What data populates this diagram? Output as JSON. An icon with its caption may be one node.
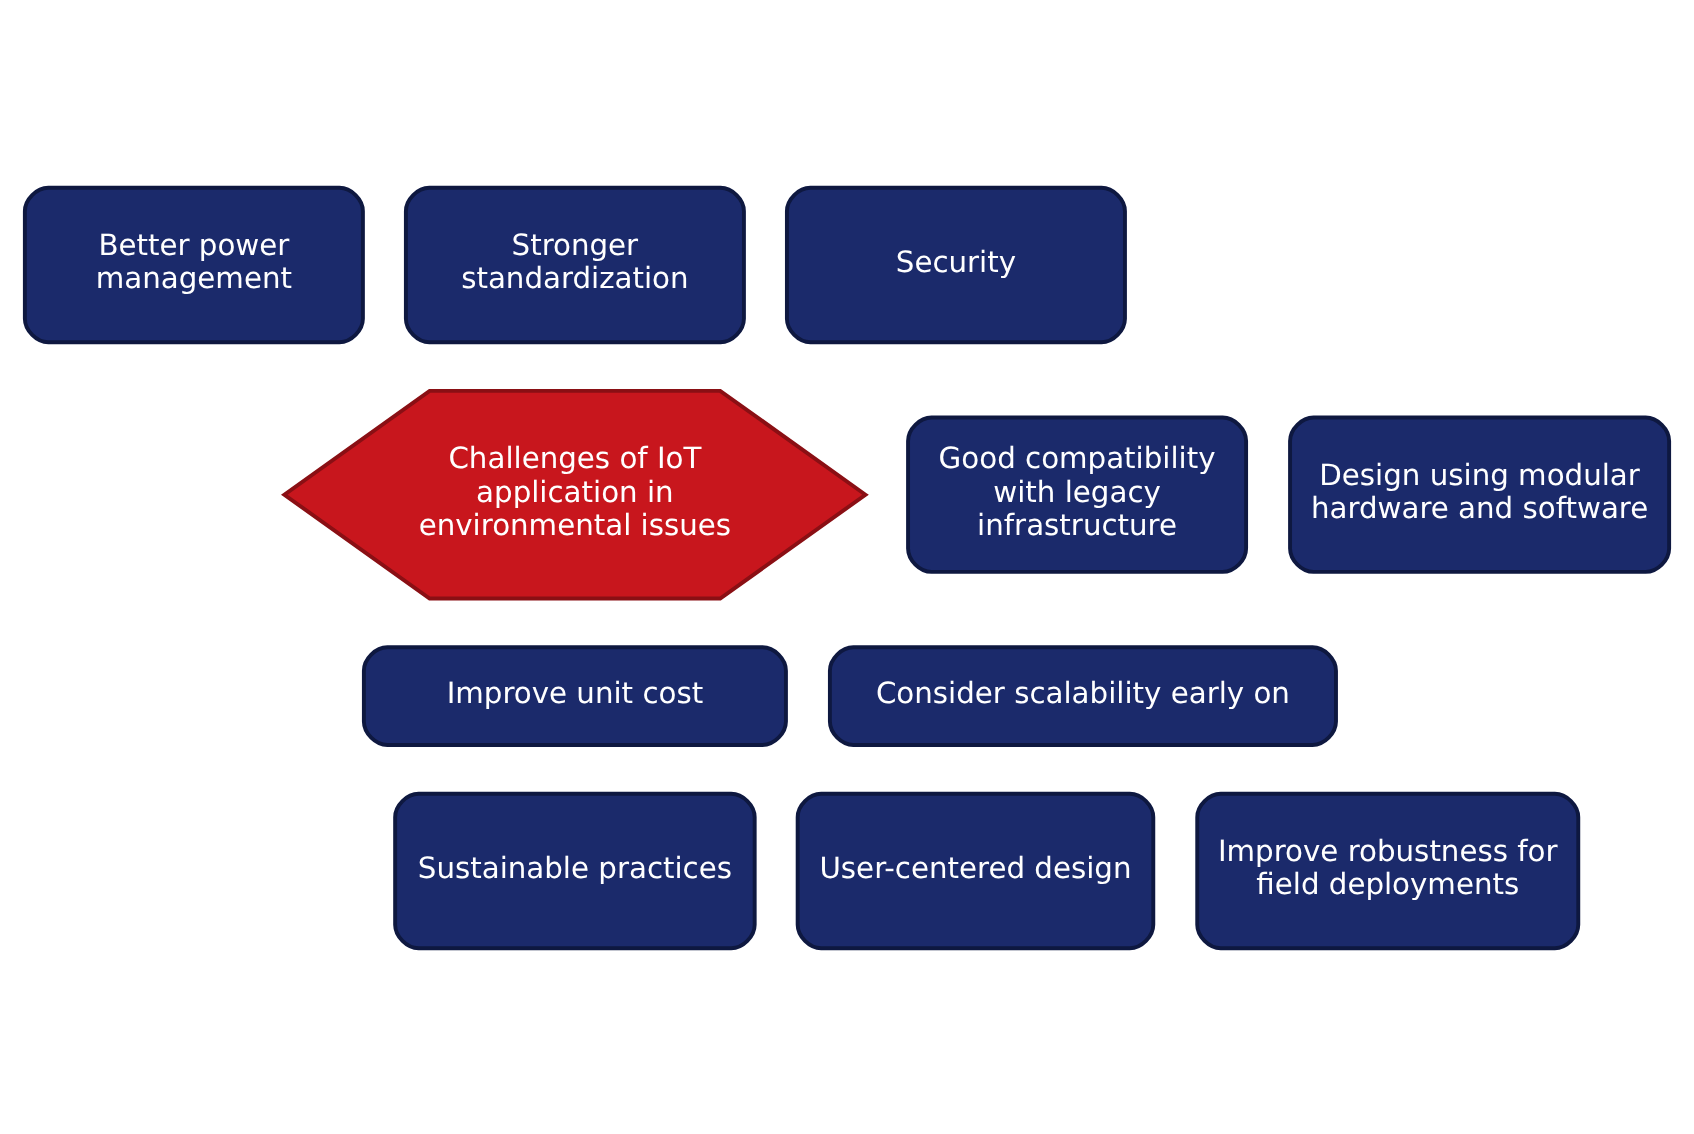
{
  "diagram": {
    "nodes": [
      {
        "text": [
          "Better power management"
        ]
      },
      {
        "text": [
          "Stronger standardization"
        ]
      },
      {
        "text": [
          "Security"
        ]
      },
      {
        "text": [
          "Good compatibility with legacy infrastructure"
        ]
      },
      {
        "text": [
          "Challenges of IoT application in environmental issues"
        ]
      },
      {
        "text": [
          "Design using modular hardware and software"
        ]
      },
      {
        "text": [
          "Consider scalability early on"
        ]
      },
      {
        "text": [
          "Improve unit cost"
        ]
      },
      {
        "text": [
          "User-centered design"
        ]
      },
      {
        "text": [
          "Sustainable practices"
        ]
      },
      {
        "text": [
          "Improve robustness for field deployments"
        ]
      }
    ],
    "edges": []
  }
}
